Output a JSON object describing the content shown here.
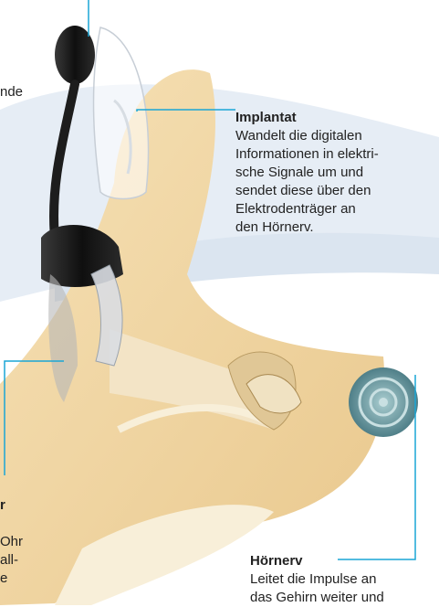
{
  "colors": {
    "accent_line": "#1aa6d6",
    "background_swoosh": "#dfe8f2",
    "skin": "#f2d9a8",
    "bone": "#f6ebcd",
    "cochlea": "#6f9fa6",
    "device_dark": "#1b1b1b"
  },
  "labels": {
    "implant": {
      "title": "Implantat",
      "body": "Wandelt die digitalen\nInformationen in elektri-\nsche Signale um und\nsendet diese über den\nElektrodenträger an\nden Hörnerv."
    },
    "nerve": {
      "title": "Hörnerv",
      "body": "Leitet die Impulse an\ndas Gehirn weiter und"
    },
    "cut_top": "nde",
    "cut_bottom_title": "r",
    "cut_bottom_body": "Ohr\nall-\ne"
  }
}
